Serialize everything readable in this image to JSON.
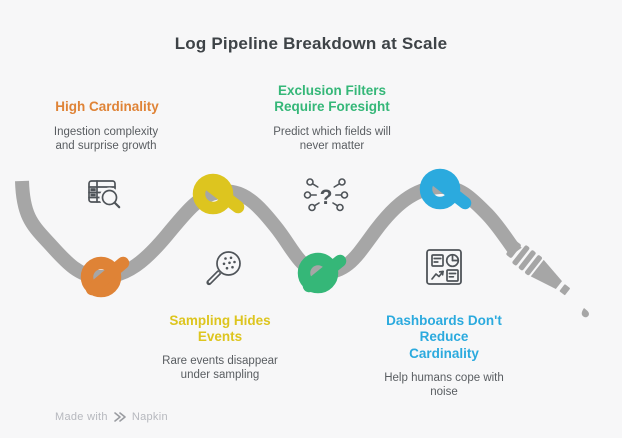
{
  "title": "Log Pipeline Breakdown at Scale",
  "sections": [
    {
      "id": "high-cardinality",
      "heading": "High Cardinality",
      "body": "Ingestion complexity\nand surprise growth",
      "icon": "table-search-icon",
      "accent": "#df8336"
    },
    {
      "id": "exclusion-filters",
      "heading": "Exclusion Filters\nRequire Foresight",
      "body": "Predict which fields will\nnever matter",
      "icon": "scatter-question-icon",
      "accent": "#35b778"
    },
    {
      "id": "sampling-hides-events",
      "heading": "Sampling Hides\nEvents",
      "body": "Rare events disappear\nunder sampling",
      "icon": "sieve-icon",
      "accent": "#ddc51f"
    },
    {
      "id": "dashboards-dont-reduce",
      "heading": "Dashboards Don't\nReduce\nCardinality",
      "body": "Help humans cope with\nnoise",
      "icon": "dashboard-report-icon",
      "accent": "#2baade"
    }
  ],
  "watermark": {
    "prefix": "Made with",
    "brand": "Napkin"
  },
  "colors": {
    "background": "#f7f7f8",
    "hose": "#a6a6a6",
    "title-text": "#3e4347",
    "body-text": "#595d61",
    "icon-stroke": "#4f5459",
    "orange": "#df8336",
    "yellow": "#ddc51f",
    "green": "#35b778",
    "blue": "#2baade",
    "watermark": "#b6b8be"
  }
}
